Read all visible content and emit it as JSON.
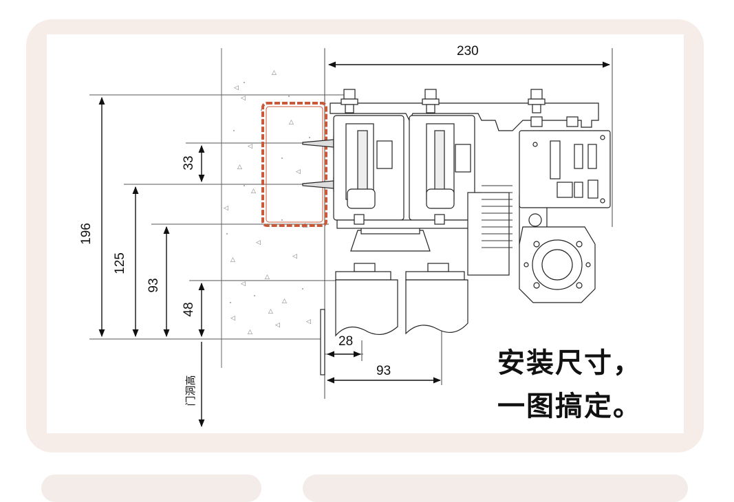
{
  "dimensions": {
    "width_230": "230",
    "height_196": "196",
    "offset_33": "33",
    "offset_125": "125",
    "offset_93_vertical": "93",
    "offset_48": "48",
    "offset_28": "28",
    "offset_93_horizontal": "93"
  },
  "labels": {
    "door_opening_height": "门洞高"
  },
  "caption": {
    "line1": "安装尺寸，",
    "line2": "一图搞定。"
  }
}
